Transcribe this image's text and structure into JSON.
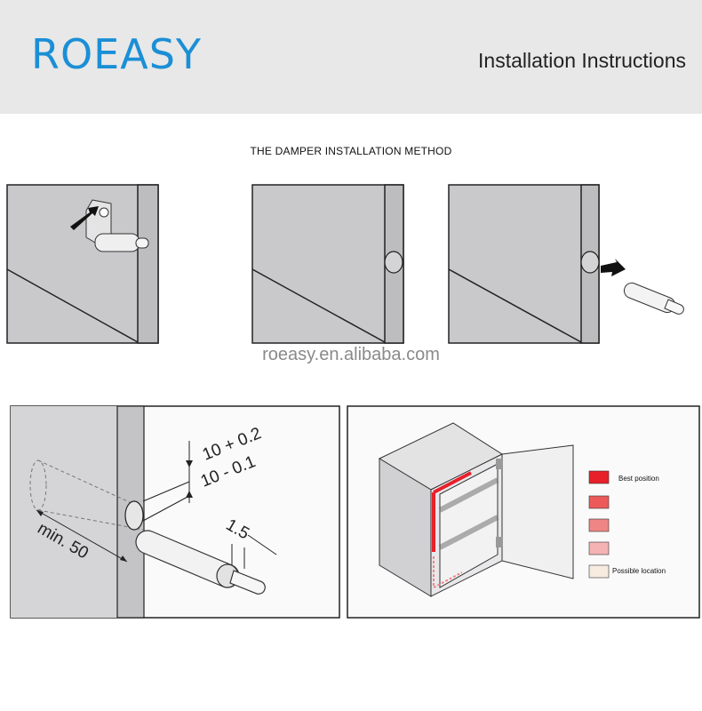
{
  "header": {
    "brand": "ROEASY",
    "title": "Installation Instructions"
  },
  "section_title": "THE DAMPER INSTALLATION METHOD",
  "watermark": "roeasy.en.alibaba.com",
  "dimensions": {
    "hole_depth": "min. 50",
    "hole_diameter_top": "10 + 0.2",
    "hole_diameter_bottom": "10 - 0.1",
    "flange": "1.5"
  },
  "legend": {
    "best": "Best position",
    "possible": "Possible location",
    "colors": [
      "#e8202a",
      "#ec5a5a",
      "#f08585",
      "#f5b3b3",
      "#f7ebe0"
    ]
  }
}
